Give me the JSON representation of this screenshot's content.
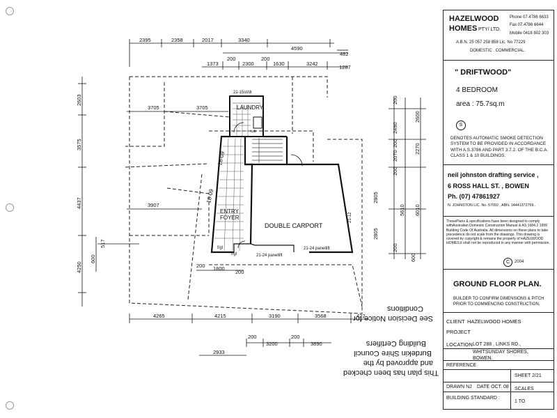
{
  "company": {
    "name_line1": "HAZELWOOD",
    "name_line2": "HOMES",
    "pty": "PTY/ LTD.",
    "phone": "Phone 07.4786 6633",
    "fax": "Fax     07.4786 6644",
    "mobile": "Mobile 0418 802 303",
    "abn": "A.B.N. 25 057 258 858   Lic. No 77229",
    "type": "DOMESTIC . COMMERCIAL."
  },
  "design": {
    "name": "\" DRIFTWOOD\"",
    "bedrooms": "4 BEDROOM",
    "area": "area :  75.7sq.m"
  },
  "smoke": {
    "marker": "S",
    "note": "DENOTES AUTOMATIC SMOKE DETECTION SYSTEM TO BE PROVIDED IN ACCORDANCE WITH A.S.3786 AND PART 3.7.2. OF THE B.C.A. CLASS 1 & 10 BUILDINGS."
  },
  "drafting": {
    "line1": "neil johnston drafting service ,",
    "line2": "6 ROSS HALL ST. ,    BOWEN",
    "line3": "Ph. (07) 47861927",
    "line4": "N. JOHNSTON LIC. No. 57092 , ABN. 14441372759.."
  },
  "copyright": {
    "text": "ThesePlans & specifications have been designed to comply withAustralian Domestic Construction Manual & AS 1684.2 1999 Building Code Of Australia. All dimensions on these plans to take precedence do not scale from the drawings. This drawing is covered by copyright & remains the property of HAZELWOOD HOMES;it shall not be reproduced in any manner with permission.",
    "symbol": "C",
    "year": "2004"
  },
  "plan": {
    "title": "GROUND FLOOR PLAN.",
    "note": "BUILDER TO CONFIRM DIMENSIONS & PITCH PRIOR TO COMMENCING CONSTRUCTION."
  },
  "details": {
    "client_label": "CLIENT",
    "client_value": "HAZELWOOD HOMES",
    "project_label": "PROJECT",
    "location_label": "LOCATION",
    "location_line1": "LOT 288 , LINKS RD.,",
    "location_line2": "WHITSUNDAY SHORES,",
    "location_line3": "BOWEN.",
    "reference_label": "REFERENCE",
    "sheet": "SHEET 2/21",
    "drawn": "DRAWN NJ",
    "date": "DATE OCT. 08",
    "standard_label": "BUILDING STANDARD :",
    "scales_label": "SCALES",
    "scale_value": "1 TO"
  },
  "stamp": {
    "line1": "This plan has been checked",
    "line2": "and approved by the",
    "line3": "Burdekin Shire Council",
    "line4": "Building Certifiers",
    "line5": "See Decision Notice for",
    "line6": "Conditions"
  },
  "rooms": {
    "laundry": "LAUNDRY",
    "entry1": "ENTRY",
    "entry2": "FOYER",
    "carport": "DOUBLE CARPORT",
    "laundry_note": "21-15st/dr",
    "tub": "tub",
    "lift1": "21-24 panellift",
    "lift2": "21-24 panellift",
    "fgl1": "f/gl",
    "fgl2": "f/gl",
    "r1809a": "18-09",
    "r1809b": "18-09",
    "r2112": "21-12"
  },
  "dims": {
    "top1": [
      "2395",
      "2358",
      "2017",
      "3340",
      "4590",
      "482"
    ],
    "top2": [
      "200",
      "200",
      "1373",
      "2300",
      "1630",
      "3242",
      "1287"
    ],
    "mid": [
      "3705",
      "3705",
      "3907"
    ],
    "left": [
      "2603",
      "3575",
      "4437",
      "4250",
      "600",
      "517"
    ],
    "right1": [
      "200",
      "2490",
      "200",
      "2070",
      "200",
      "2805",
      "2805",
      "200"
    ],
    "right2": [
      "2600",
      "2270",
      "5610",
      "6010",
      "600"
    ],
    "bottom1": [
      "200",
      "1800",
      "200"
    ],
    "bottom2": [
      "4265",
      "4215",
      "3190",
      "3568",
      "422"
    ],
    "bottom3": [
      "200",
      "200",
      "3200",
      "3890",
      "2933"
    ]
  }
}
